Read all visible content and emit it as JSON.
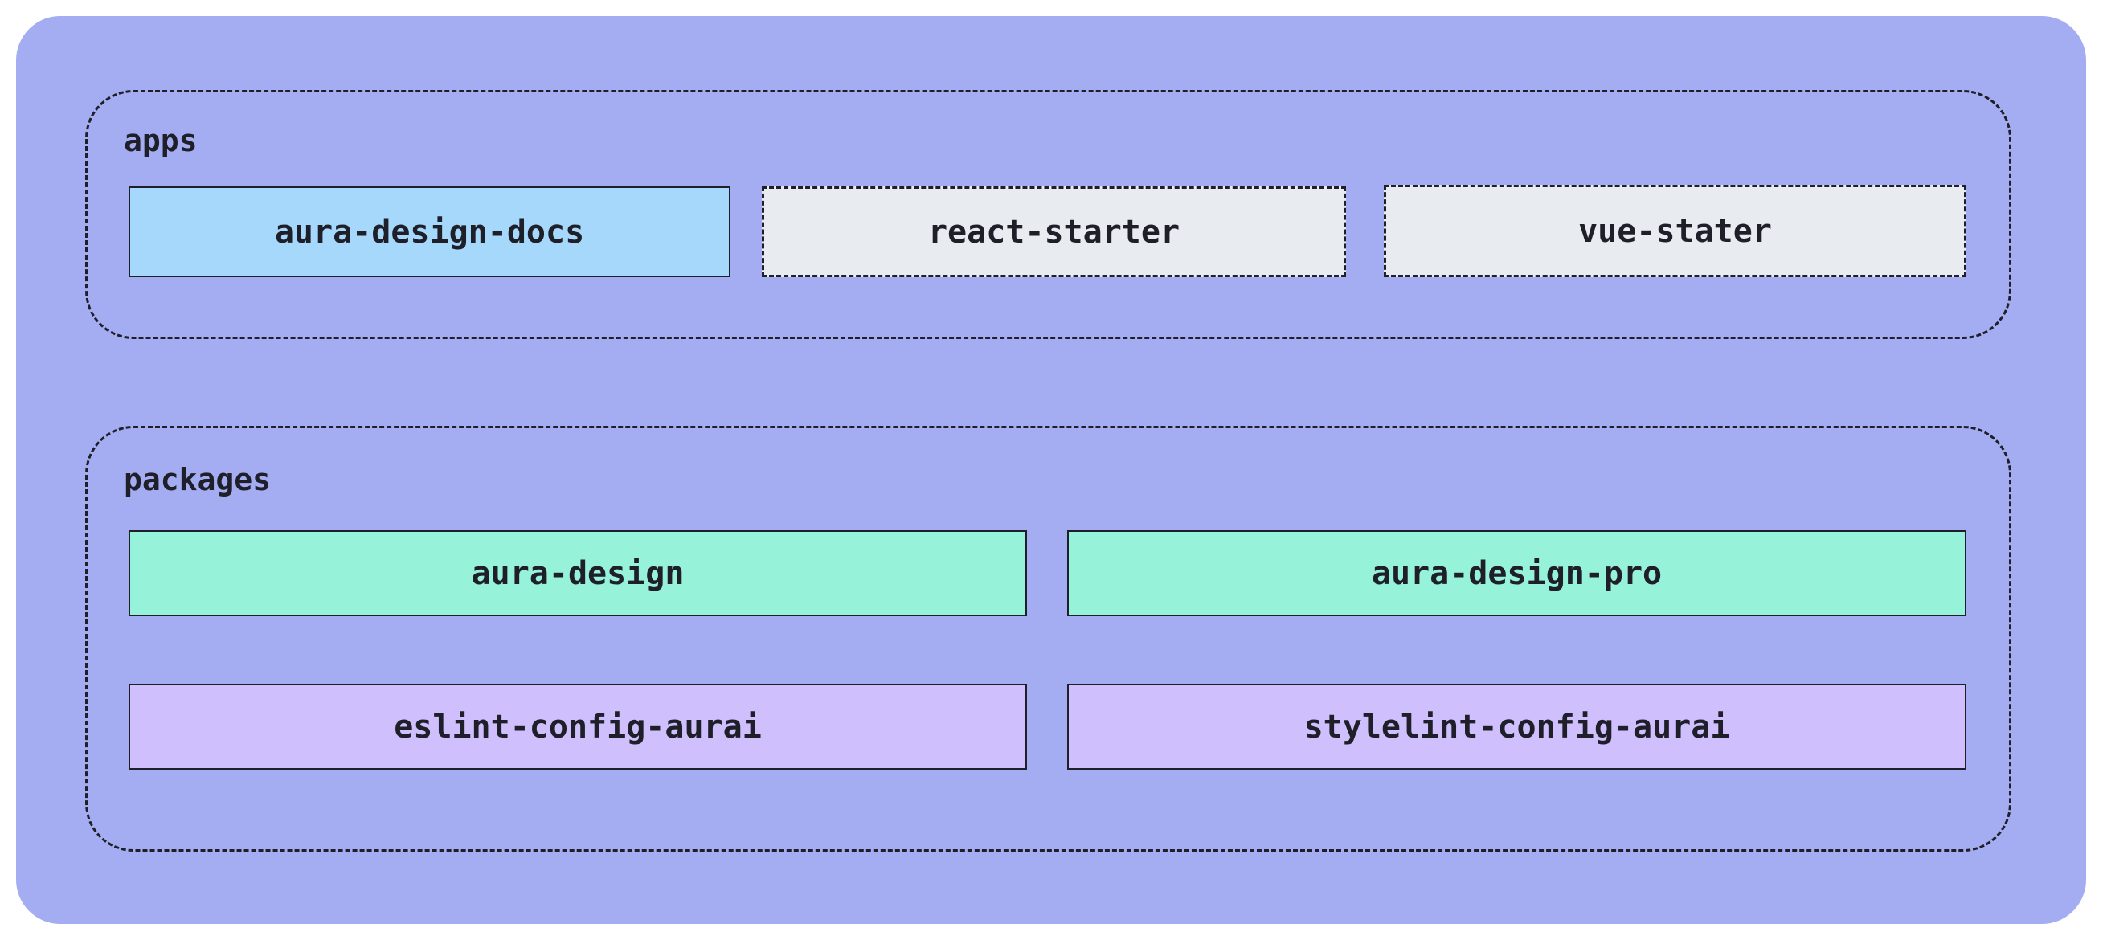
{
  "diagram": {
    "groups": [
      {
        "id": "apps",
        "label": "apps",
        "nodes": [
          {
            "label": "aura-design-docs",
            "fill": "#a5d8fb",
            "border_style": "solid"
          },
          {
            "label": "react-starter",
            "fill": "#e8ebef",
            "border_style": "dashed"
          },
          {
            "label": "vue-stater",
            "fill": "#e8ebef",
            "border_style": "dashed"
          }
        ]
      },
      {
        "id": "packages",
        "label": "packages",
        "nodes": [
          {
            "label": "aura-design",
            "fill": "#96f2d9",
            "border_style": "solid"
          },
          {
            "label": "aura-design-pro",
            "fill": "#96f2d9",
            "border_style": "solid"
          },
          {
            "label": "eslint-config-aurai",
            "fill": "#d0bffd",
            "border_style": "solid"
          },
          {
            "label": "stylelint-config-aurai",
            "fill": "#d0bffd",
            "border_style": "solid"
          }
        ]
      }
    ],
    "colors": {
      "background": "#a5adf2",
      "stroke": "#1f1f2a"
    }
  }
}
